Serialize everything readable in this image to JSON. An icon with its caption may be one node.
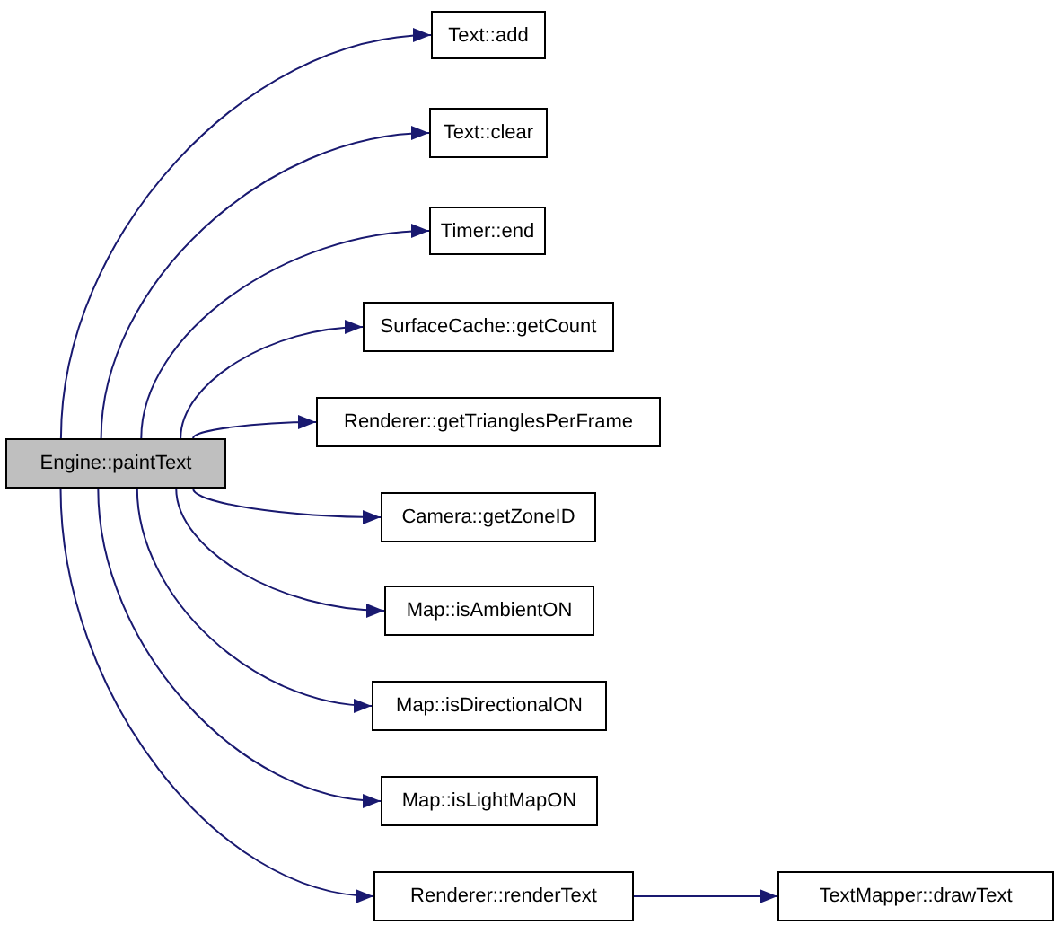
{
  "diagram": {
    "nodes": [
      {
        "text": [
          "Engine::paintText"
        ]
      },
      {
        "text": [
          "Text::add"
        ]
      },
      {
        "text": [
          "Text::clear"
        ]
      },
      {
        "text": [
          "Timer::end"
        ]
      },
      {
        "text": [
          "SurfaceCache::getCount"
        ]
      },
      {
        "text": [
          "Renderer::getTrianglesPerFrame"
        ]
      },
      {
        "text": [
          "Camera::getZoneID"
        ]
      },
      {
        "text": [
          "Map::isAmbientON"
        ]
      },
      {
        "text": [
          "Map::isDirectionalON"
        ]
      },
      {
        "text": [
          "Map::isLightMapON"
        ]
      },
      {
        "text": [
          "Renderer::renderText"
        ]
      },
      {
        "text": [
          "TextMapper::drawText"
        ]
      }
    ],
    "edges": [
      {
        "from": 0,
        "to": 1,
        "arrow": "to"
      },
      {
        "from": 0,
        "to": 2,
        "arrow": "to"
      },
      {
        "from": 0,
        "to": 3,
        "arrow": "to"
      },
      {
        "from": 0,
        "to": 4,
        "arrow": "to"
      },
      {
        "from": 0,
        "to": 5,
        "arrow": "to"
      },
      {
        "from": 0,
        "to": 6,
        "arrow": "to"
      },
      {
        "from": 0,
        "to": 7,
        "arrow": "to"
      },
      {
        "from": 0,
        "to": 8,
        "arrow": "to"
      },
      {
        "from": 0,
        "to": 9,
        "arrow": "to"
      },
      {
        "from": 0,
        "to": 10,
        "arrow": "to"
      },
      {
        "from": 10,
        "to": 11,
        "arrow": "to"
      }
    ]
  }
}
